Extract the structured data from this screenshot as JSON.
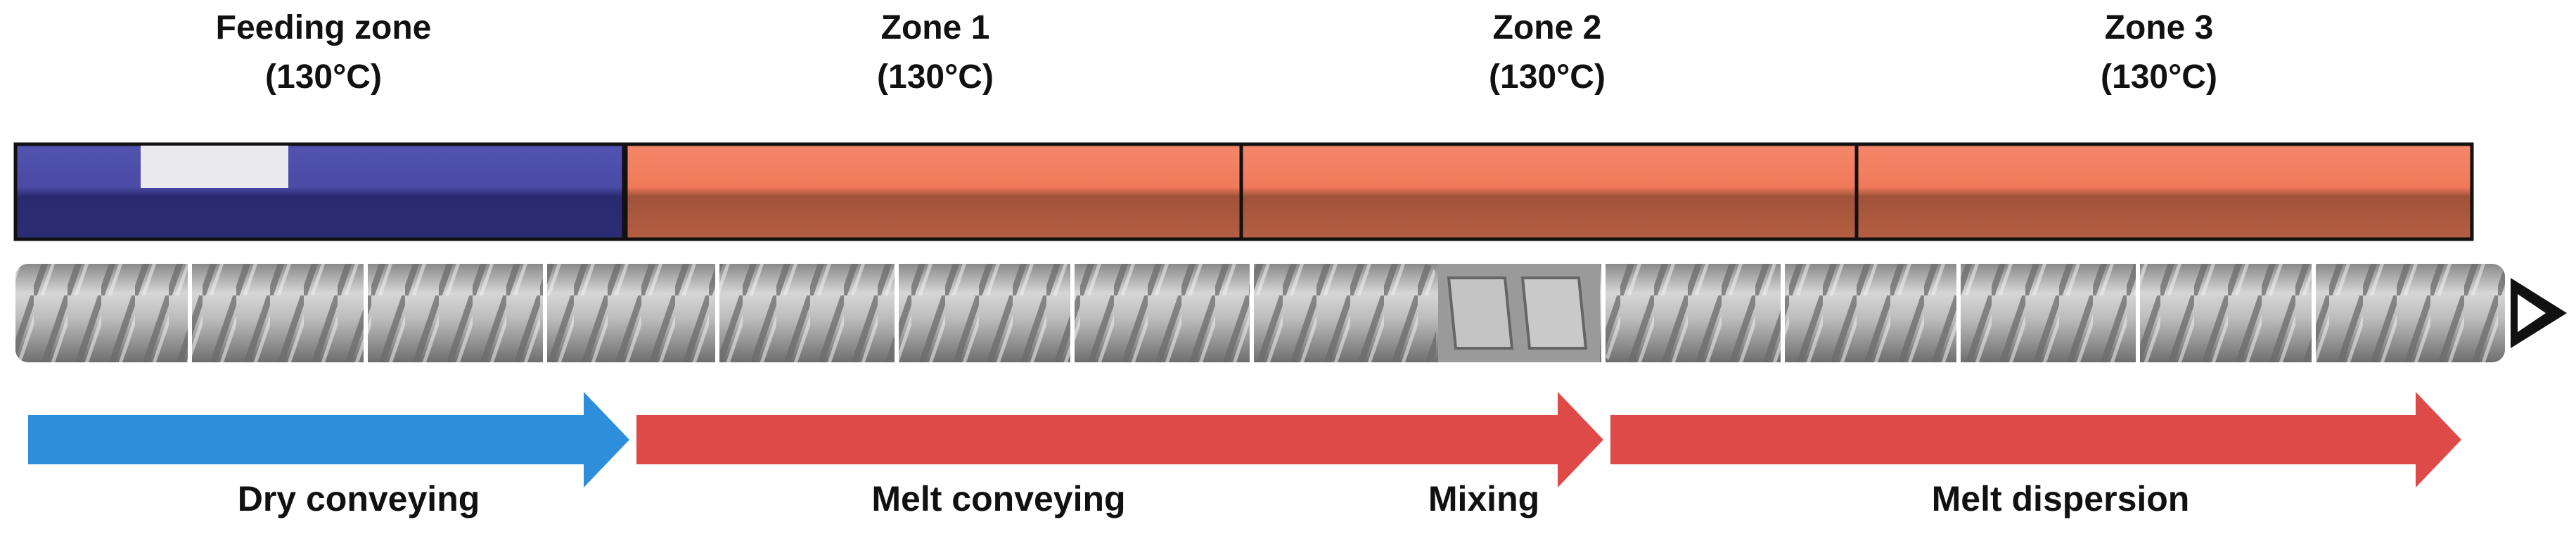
{
  "zones": [
    {
      "name": "Feeding zone",
      "temp": "(130°C)",
      "color": "#4a4aa0"
    },
    {
      "name": "Zone 1",
      "temp": "(130°C)",
      "color": "#f07a5a"
    },
    {
      "name": "Zone 2",
      "temp": "(130°C)",
      "color": "#f07a5a"
    },
    {
      "name": "Zone 3",
      "temp": "(130°C)",
      "color": "#f07a5a"
    }
  ],
  "stages": [
    {
      "name": "Dry conveying",
      "color": "#2d8fdb"
    },
    {
      "name": "Melt conveying",
      "color": "#dd4a48"
    },
    {
      "name": "Mixing",
      "color": "#dd4a48"
    },
    {
      "name": "Melt dispersion",
      "color": "#dd4a48"
    }
  ],
  "colors": {
    "feed_barrel": "#4a4aa0",
    "heated_barrel": "#f07a5a",
    "screw": "#a8a8a8",
    "dry_arrow": "#2d8fdb",
    "melt_arrow": "#dd4a48"
  },
  "icons": [
    "hopper-opening",
    "screw-element",
    "kneading-block",
    "die-tip-icon"
  ]
}
